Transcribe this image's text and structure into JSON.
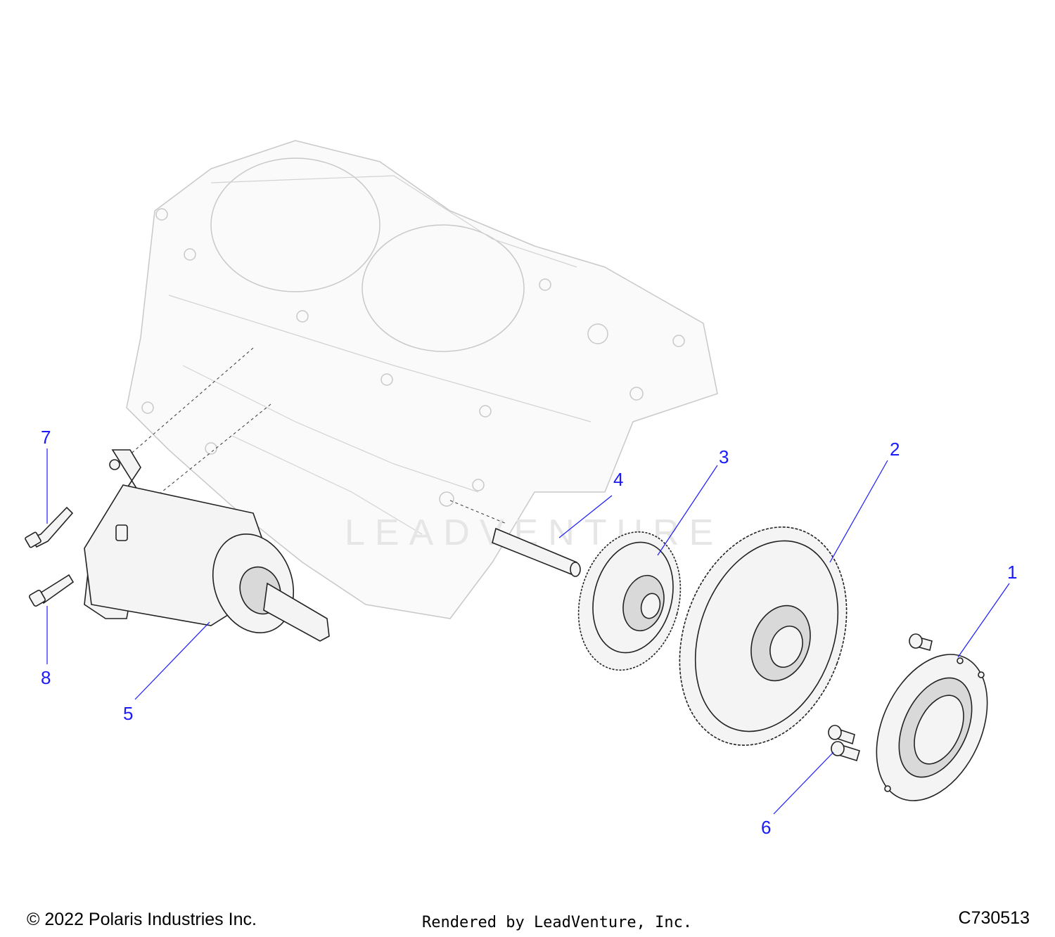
{
  "callouts": [
    {
      "id": "c1",
      "label": "1"
    },
    {
      "id": "c2",
      "label": "2"
    },
    {
      "id": "c3",
      "label": "3"
    },
    {
      "id": "c4",
      "label": "4"
    },
    {
      "id": "c5",
      "label": "5"
    },
    {
      "id": "c6",
      "label": "6"
    },
    {
      "id": "c7",
      "label": "7"
    },
    {
      "id": "c8",
      "label": "8"
    }
  ],
  "watermark_text": "LEADVENTURE",
  "footer": {
    "copyright": "© 2022 Polaris Industries Inc.",
    "rendered_by": "Rendered by LeadVenture, Inc.",
    "figure_code": "C730513"
  },
  "colors": {
    "callout": "#1a1aff",
    "ghost_housing": "#c8c8c8",
    "part_outline": "#222222"
  }
}
